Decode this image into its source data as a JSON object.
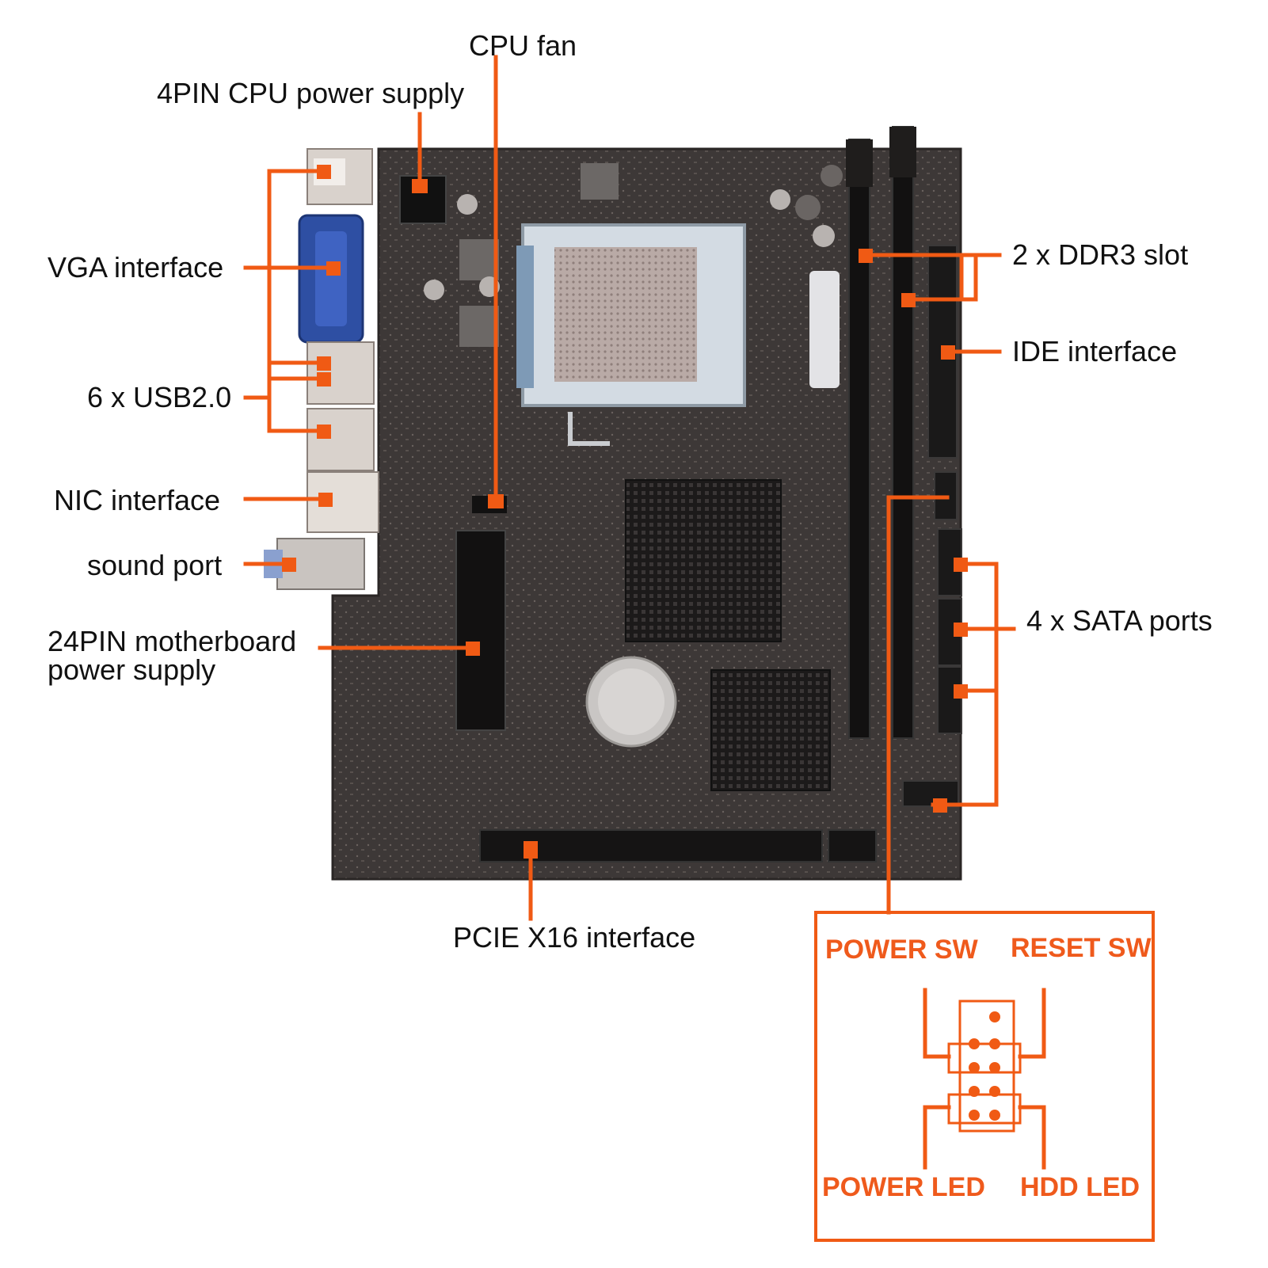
{
  "labels": {
    "cpu_fan": "CPU fan",
    "cpu_power": "4PIN CPU power supply",
    "vga": "VGA interface",
    "usb": "6 x USB2.0",
    "nic": "NIC interface",
    "sound": "sound port",
    "atx_line1": "24PIN motherboard",
    "atx_line2": "power supply",
    "ddr3": "2 x DDR3 slot",
    "ide": "IDE interface",
    "sata": "4 x SATA ports",
    "pcie": "PCIE X16 interface"
  },
  "panel_header": {
    "power_sw": "POWER SW",
    "reset_sw": "RESET SW",
    "power_led": "POWER LED",
    "hdd_led": "HDD  LED"
  },
  "colors": {
    "accent": "#f05a14",
    "board": "#3a3534",
    "text": "#111111"
  }
}
